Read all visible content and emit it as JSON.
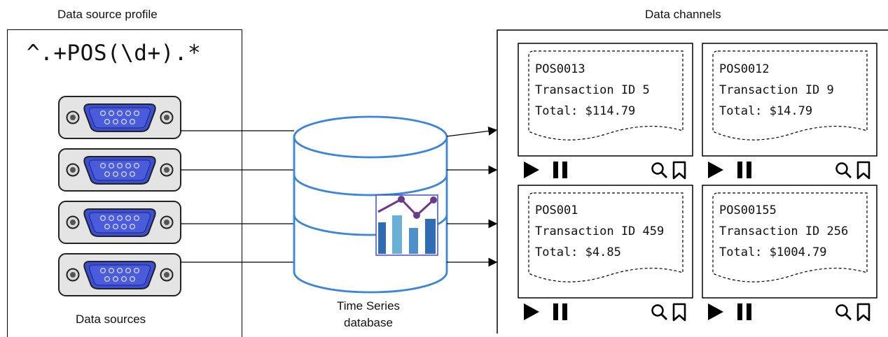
{
  "profile": {
    "heading": "Data source profile",
    "regex": "^.+POS(\\d+).*",
    "sources_label": "Data sources"
  },
  "database": {
    "label_line1": "Time Series",
    "label_line2": "database"
  },
  "channels": {
    "heading": "Data channels",
    "cards": [
      {
        "pos": "POS0013",
        "transaction": "Transaction ID 5",
        "total": "Total: $114.79"
      },
      {
        "pos": "POS0012",
        "transaction": "Transaction ID 9",
        "total": "Total: $14.79"
      },
      {
        "pos": "POS001",
        "transaction": "Transaction ID 459",
        "total": "Total: $4.85"
      },
      {
        "pos": "POS00155",
        "transaction": "Transaction ID 256",
        "total": "Total: $1004.79"
      }
    ]
  },
  "colors": {
    "connector_blue": "#3d4fd1",
    "db_outline": "#3a86d8",
    "chart_purple": "#6b3a8c",
    "bar_dark": "#2f6cb4",
    "bar_light": "#6aafd6"
  },
  "icons": [
    "serial-port-icon",
    "database-icon",
    "chart-icon",
    "play-icon",
    "pause-icon",
    "search-icon",
    "bookmark-icon"
  ]
}
